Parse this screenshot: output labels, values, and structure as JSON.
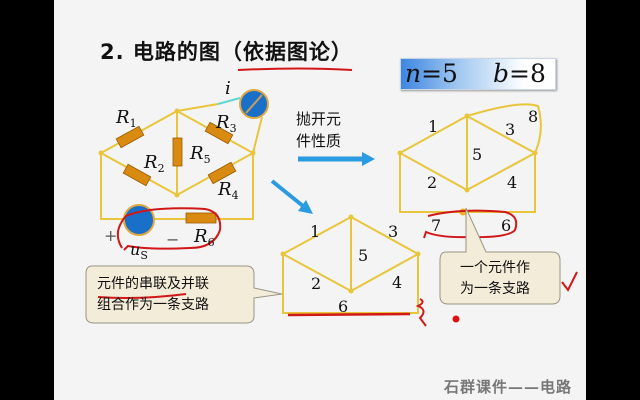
{
  "slide": {
    "title": "2. 电路的图（依据图论）",
    "nb_n": "n = 5",
    "nb_b": "b = 8",
    "circuit": {
      "resistors": [
        "R1",
        "R2",
        "R3",
        "R4",
        "R5",
        "R6"
      ],
      "current_label": "i",
      "source_label": "uS",
      "plus": "+",
      "minus": "−"
    },
    "arrow_caption": [
      "抛开元",
      "件性质"
    ],
    "graph_right": {
      "edges": [
        "1",
        "2",
        "3",
        "4",
        "5",
        "6",
        "7",
        "8"
      ]
    },
    "graph_bottom": {
      "edges": [
        "1",
        "2",
        "3",
        "4",
        "5",
        "6"
      ]
    },
    "callout_left": [
      "元件的串联及并联",
      "组合作为一条支路"
    ],
    "callout_right": [
      "一个元件作",
      "为一条支路"
    ],
    "footer": "石群课件——电路",
    "colors": {
      "wire": "#e8c53a",
      "resistor": "#d98a10",
      "source_blue": "#1a6fc9",
      "arrow_blue": "#2a9be0",
      "annotation_red": "#d01818",
      "callout_fill": "#f3ecd8"
    }
  }
}
